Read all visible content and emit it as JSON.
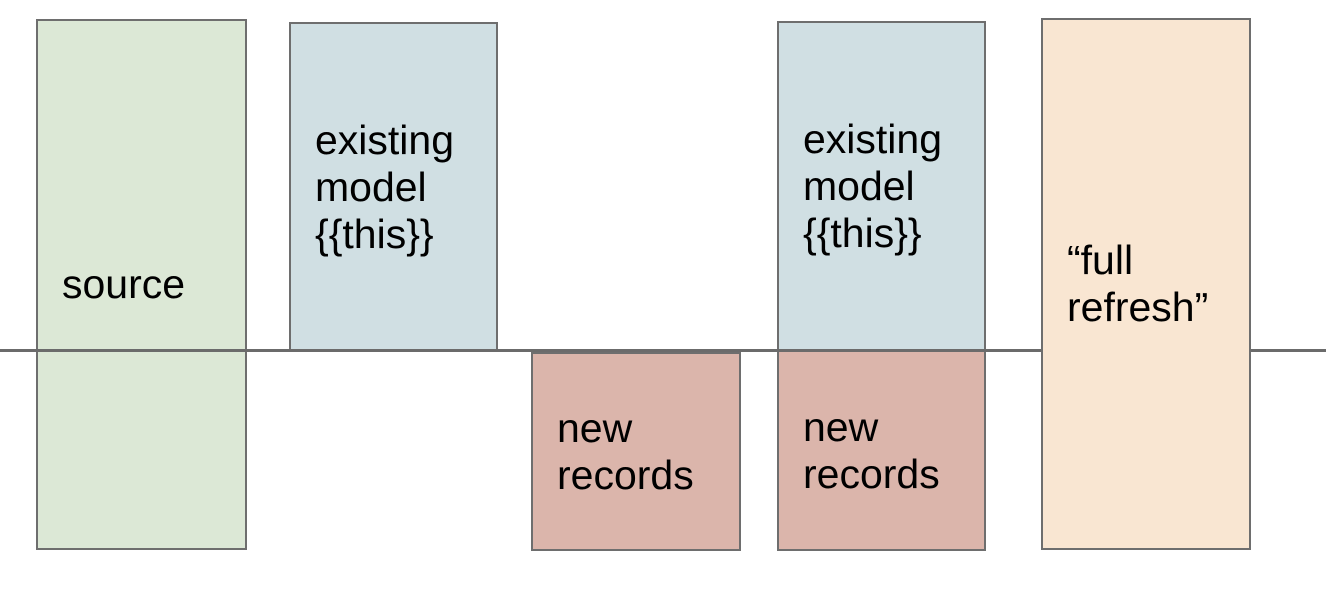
{
  "style": {
    "background": "#ffffff",
    "box_border_color": "#6e6e6e",
    "divider_color": "#6b6b6b",
    "text_color": "#000000"
  },
  "divider": {
    "name": "baseline-divider"
  },
  "boxes": [
    {
      "id": "source-box",
      "label": "source",
      "fill": "#dce8d6"
    },
    {
      "id": "existing-model-left-box",
      "label": "existing\nmodel\n{{this}}",
      "fill": "#d0dfe3"
    },
    {
      "id": "new-records-left-box",
      "label": "new\nrecords",
      "fill": "#dbb5ab"
    },
    {
      "id": "existing-model-right-box",
      "label": "existing\nmodel\n{{this}}",
      "fill": "#d0dfe3"
    },
    {
      "id": "new-records-right-box",
      "label": "new\nrecords",
      "fill": "#dbb5ab"
    },
    {
      "id": "full-refresh-box",
      "label": "“full\nrefresh”",
      "fill": "#f9e6d2"
    }
  ]
}
